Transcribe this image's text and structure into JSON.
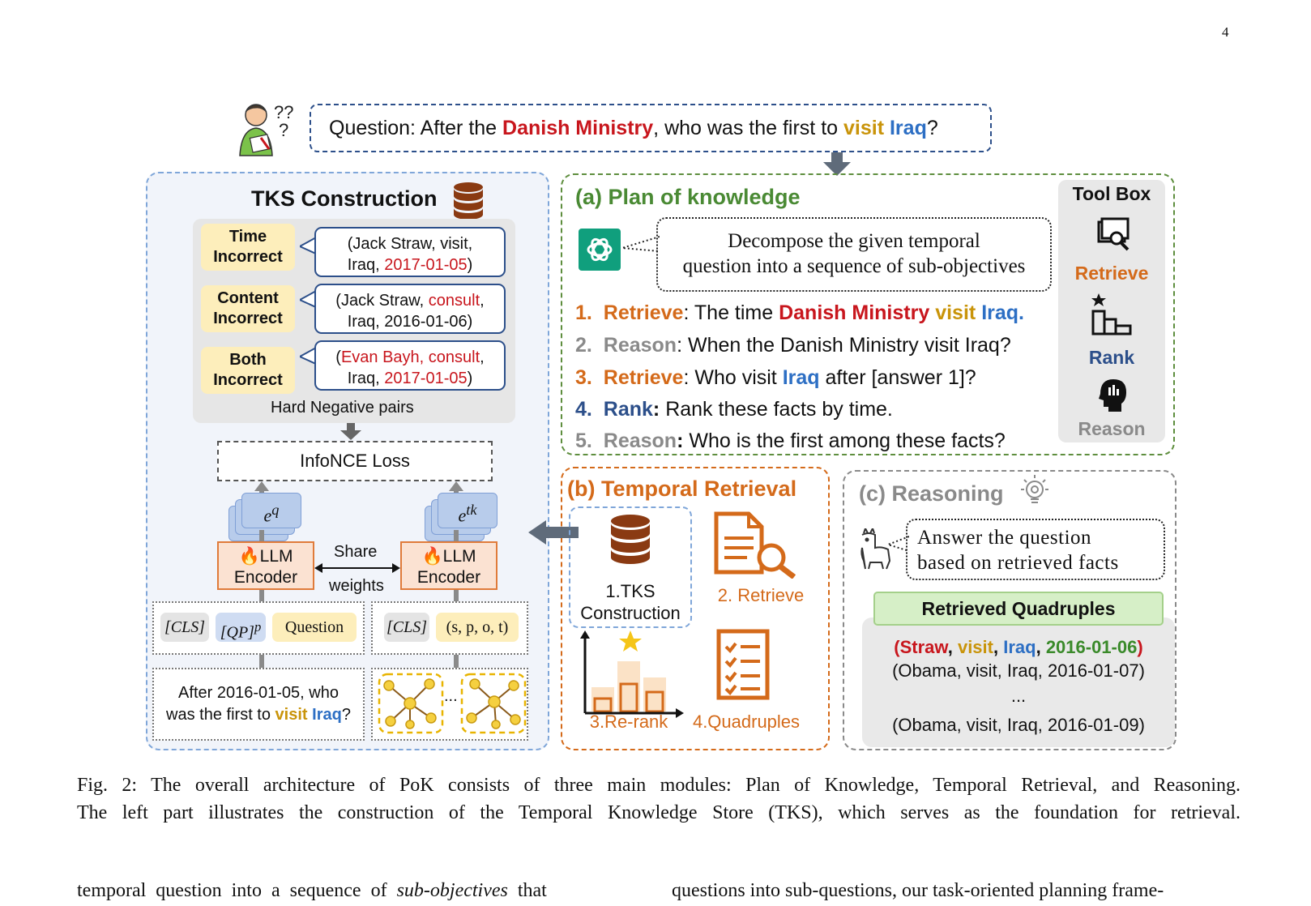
{
  "page_number": "4",
  "question": {
    "prefix": "Question: After the ",
    "entity": "Danish Ministry",
    "mid": ", who was the first to ",
    "relation": "visit",
    "space": " ",
    "object": "Iraq",
    "suffix": "?"
  },
  "tks": {
    "title": "TKS Construction",
    "hard_negatives": [
      {
        "tag_line1": "Time",
        "tag_line2": "Incorrect",
        "l1_a": "(Jack Straw, visit,",
        "l1_b": "",
        "l1_c": "",
        "l2_a": "Iraq, ",
        "l2_b": "2017-01-05",
        "l2_c": ")"
      },
      {
        "tag_line1": "Content",
        "tag_line2": "Incorrect",
        "l1_a": "(Jack Straw, ",
        "l1_b": "consult",
        "l1_c": ",",
        "l2_a": "Iraq, 2016-01-06)",
        "l2_b": "",
        "l2_c": ""
      },
      {
        "tag_line1": "Both",
        "tag_line2": "Incorrect",
        "l1_a": "(",
        "l1_b": "Evan Bayh, consult",
        "l1_c": ",",
        "l2_a": "Iraq, ",
        "l2_b": "2017-01-05",
        "l2_c": ")"
      }
    ],
    "hard_negative_label": "Hard Negative pairs",
    "loss_label": "InfoNCE Loss",
    "emb_q": "e",
    "emb_q_sup": "q",
    "emb_tk": "e",
    "emb_tk_sup": "tk",
    "encoder_line1": "LLM",
    "encoder_line2": "Encoder",
    "share_line1": "Share",
    "share_line2": "weights",
    "left_chips": [
      "[CLS]",
      "[QP]",
      "p",
      "Question"
    ],
    "right_chips": [
      "[CLS]",
      "(s, p, o, t)"
    ],
    "query_line1": "After 2016-01-05, who",
    "query_line2_a": "was the first to ",
    "query_line2_b": "visit",
    "query_line2_c": " ",
    "query_line2_d": "Iraq",
    "query_line2_e": "?",
    "graph_sep": "..."
  },
  "pok": {
    "title": "(a) Plan of knowledge",
    "bubble_line1": "Decompose the given temporal",
    "bubble_line2": "question into a sequence of sub-objectives",
    "steps": [
      {
        "num": "1.",
        "tool": "Retrieve",
        "colon": ": ",
        "t1": "The time ",
        "t2": "Danish Ministry",
        "t3": " ",
        "t4": "visit",
        "t5": " ",
        "t6": "Iraq.",
        "t7": ""
      },
      {
        "num": "2.",
        "tool": "Reason",
        "colon": ": ",
        "t1": "When the Danish Ministry visit Iraq?",
        "t2": "",
        "t3": "",
        "t4": "",
        "t5": "",
        "t6": "",
        "t7": ""
      },
      {
        "num": "3.",
        "tool": "Retrieve",
        "colon": ": ",
        "t1": "Who visit ",
        "t2": "",
        "t3": "",
        "t4": "",
        "t5": "",
        "t6": "Iraq",
        "t7": " after [answer 1]?"
      },
      {
        "num": "4.",
        "tool": "Rank",
        "colon": ": ",
        "t1": "Rank these facts by time.",
        "t2": "",
        "t3": "",
        "t4": "",
        "t5": "",
        "t6": "",
        "t7": ""
      },
      {
        "num": "5.",
        "tool": "Reason",
        "colon": ": ",
        "t1": "Who is the first among these facts?",
        "t2": "",
        "t3": "",
        "t4": "",
        "t5": "",
        "t6": "",
        "t7": ""
      }
    ],
    "toolbox_title": "Tool Box",
    "tools": [
      "Retrieve",
      "Rank",
      "Reason"
    ]
  },
  "retrieval": {
    "title": "(b) Temporal Retrieval",
    "step1_line1": "1.TKS",
    "step1_line2": "Construction",
    "step2": "2. Retrieve",
    "step3": "3.Re-rank",
    "step4": "4.Quadruples"
  },
  "reasoning": {
    "title": "(c) Reasoning",
    "bubble_line1": "Answer the question",
    "bubble_line2": "based on retrieved facts",
    "quad_title": "Retrieved Quadruples",
    "quad_best": {
      "open": "(",
      "s": "Straw",
      "c1": ", ",
      "p": "visit",
      "c2": ", ",
      "o": "Iraq",
      "c3": ", ",
      "t": "2016-01-06",
      "close": ")"
    },
    "quads": [
      "(Obama, visit, Iraq, 2016-01-07)",
      "...",
      "(Obama, visit, Iraq, 2016-01-09)"
    ]
  },
  "caption_line1": "Fig. 2: The overall architecture of PoK consists of three main modules: Plan of Knowledge, Temporal Retrieval, and Reasoning.",
  "caption_line2": "The left part illustrates the construction of the Temporal Knowledge Store (TKS), which serves as the foundation for retrieval.",
  "body_left_a": "temporal question into a sequence of ",
  "body_left_b": "sub-objectives",
  "body_left_c": " that",
  "body_right": "questions into sub-questions, our task-oriented planning frame-",
  "colors": {
    "red": "#c8161d",
    "orange": "#d46a1a",
    "gold": "#c9940a",
    "blue": "#2d6fc4",
    "navy": "#2c4f8a",
    "green": "#3a8a2a",
    "grey": "#8a8a8a"
  }
}
